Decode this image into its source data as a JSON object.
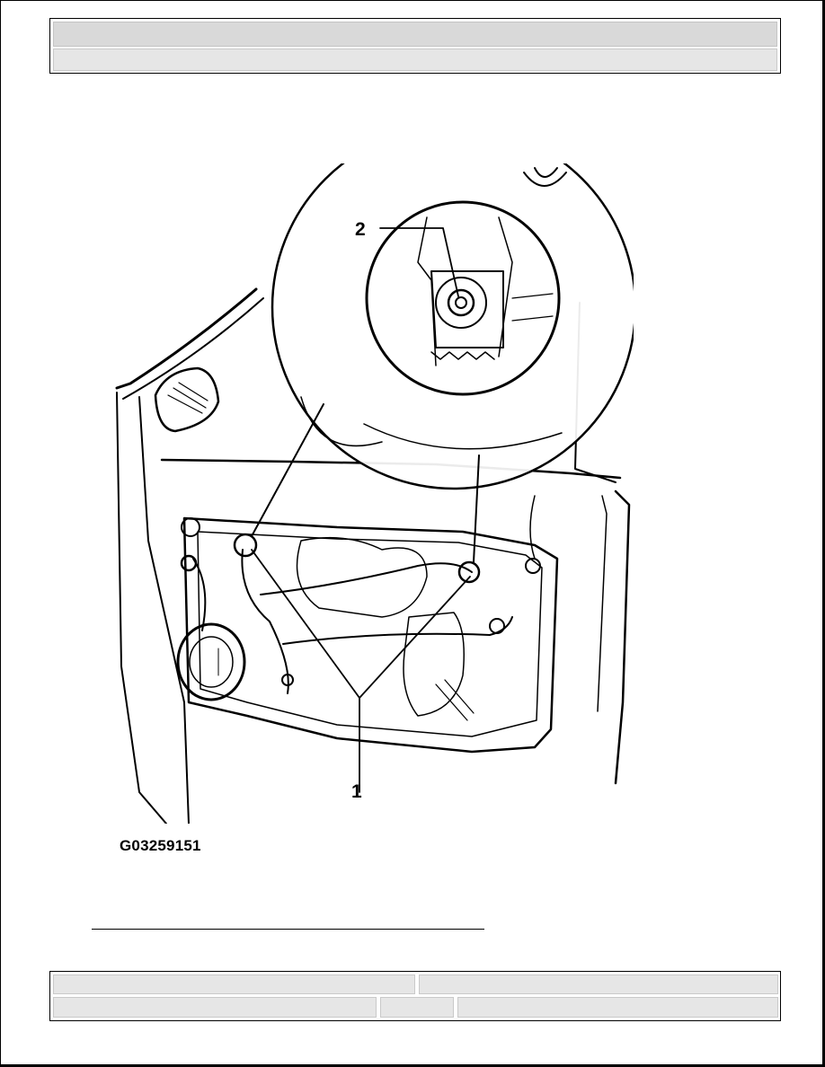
{
  "header": {
    "title": "",
    "subtitle": ""
  },
  "figure": {
    "callouts": [
      "1",
      "2"
    ],
    "caption": "G03259151"
  },
  "footer": {
    "left_top": "",
    "right_top": "",
    "left_bottom": "",
    "middle_bottom": "",
    "right_bottom": ""
  },
  "colors": {
    "line": "#000000",
    "panel": "#d9d9d9",
    "panel_light": "#e6e6e6"
  }
}
